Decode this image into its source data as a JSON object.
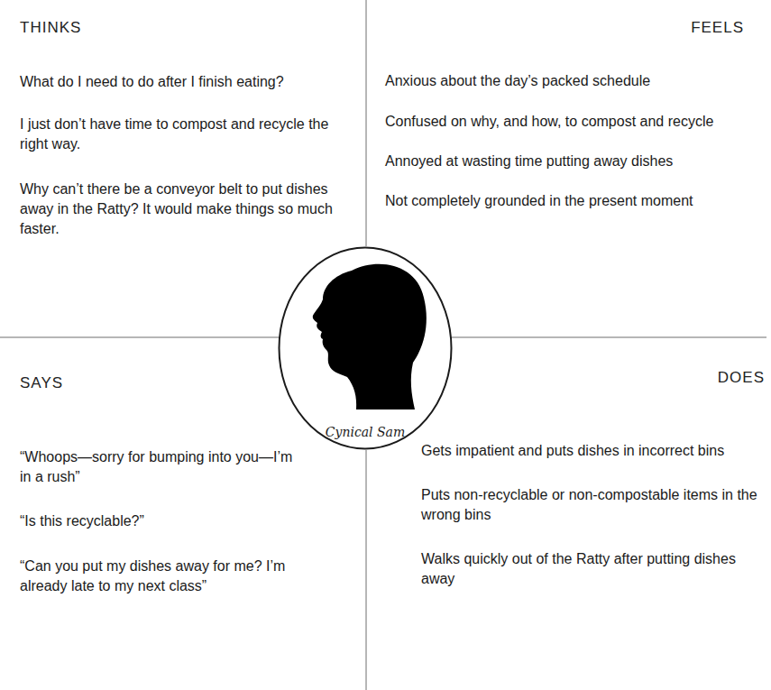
{
  "diagram": {
    "nodes": [
      {
        "text": [
          "Cynical Sam"
        ]
      }
    ],
    "labels": [
      "THINKS",
      "What do I need to do after I finish eating?",
      "I just don’t have time to compost and recycle the right way.",
      "Why can’t there be a conveyor belt to put dishes away in the Ratty? It would make things so much faster.",
      "FEELS",
      "Anxious about the day’s packed schedule",
      "Confused on why, and how, to compost and recycle",
      "Annoyed at wasting time putting away dishes",
      "Not completely grounded in the present moment",
      "SAYS",
      "“Whoops—sorry for bumping into you—I’m in a rush”",
      "“Is this recyclable?”",
      "“Can you put my dishes away for me? I’m already late to my next class”",
      "DOES",
      "Gets impatient and puts dishes in incorrect bins",
      "Puts non-recyclable or non-compostable items in the wrong bins",
      "Walks quickly out of the Ratty after putting dishes away"
    ]
  }
}
